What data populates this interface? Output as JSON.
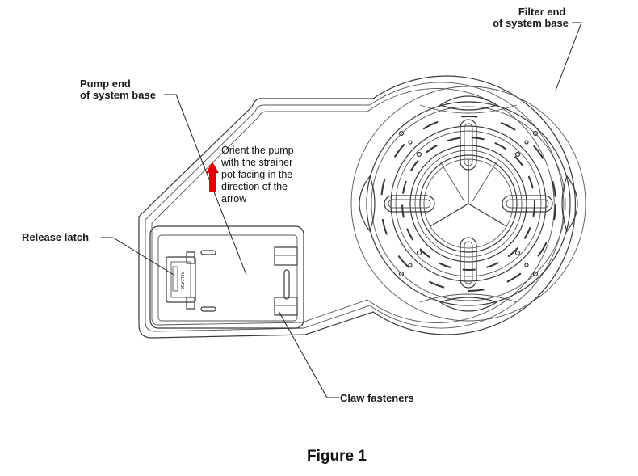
{
  "callouts": {
    "filter_end": [
      "Filter end",
      "of system base"
    ],
    "pump_end": [
      "Pump end",
      "of system base"
    ],
    "release_latch": "Release latch",
    "claw_fasteners": "Claw fasteners"
  },
  "orientation_note": [
    "Orient the pump",
    "with the strainer",
    "pot facing in the",
    "direction of the",
    "arrow"
  ],
  "latch_label": "RELEASE",
  "figure_caption": "Figure 1",
  "colors": {
    "arrow": "#e00000",
    "line": "#3a3a3a"
  },
  "icons": {
    "orientation_arrow": "up-arrow"
  }
}
